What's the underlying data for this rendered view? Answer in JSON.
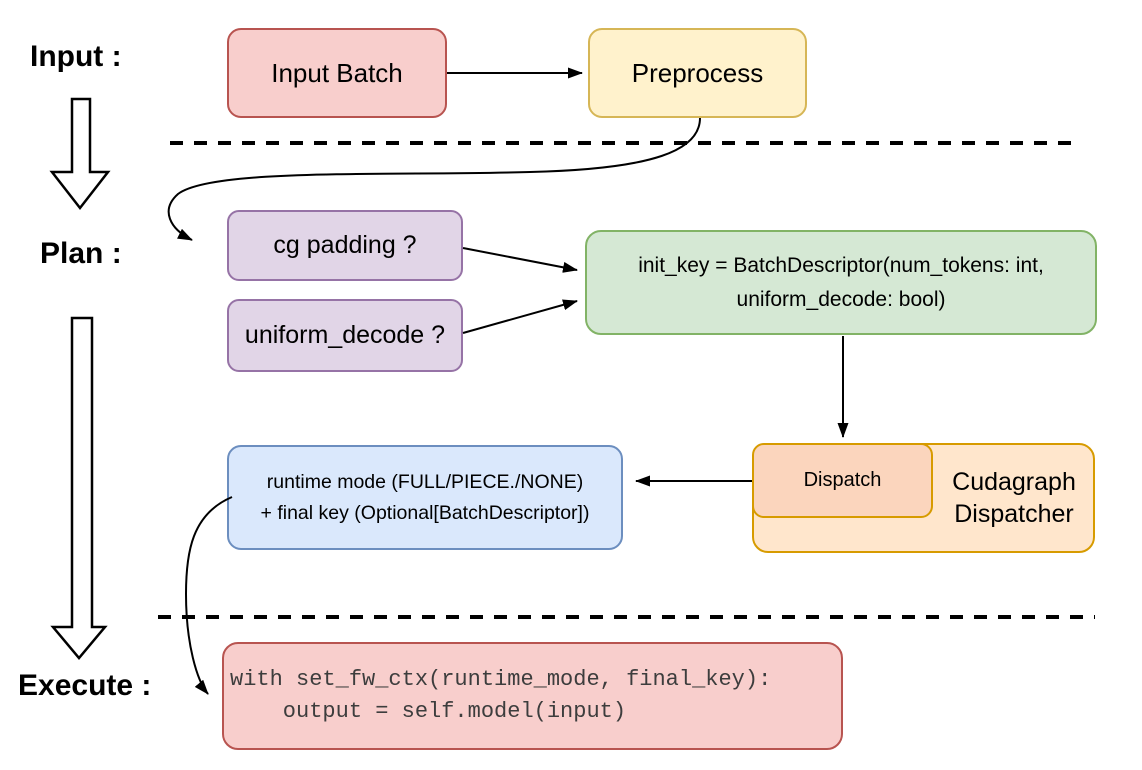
{
  "sections": {
    "input": {
      "label": "Input :"
    },
    "plan": {
      "label": "Plan :"
    },
    "execute": {
      "label": "Execute :"
    }
  },
  "nodes": {
    "input_batch": {
      "label": "Input Batch",
      "fill": "#F8CECC",
      "stroke": "#B85450"
    },
    "preprocess": {
      "label": "Preprocess",
      "fill": "#FFF2CC",
      "stroke": "#D6B656"
    },
    "cg_padding": {
      "label": "cg padding ?",
      "fill": "#E1D5E7",
      "stroke": "#9673A6"
    },
    "uniform_decode": {
      "label": "uniform_decode ?",
      "fill": "#E1D5E7",
      "stroke": "#9673A6"
    },
    "init_key": {
      "line1": "init_key = BatchDescriptor(num_tokens: int,",
      "line2": "uniform_decode: bool)",
      "fill": "#D5E8D4",
      "stroke": "#82B366"
    },
    "cudagraph_dispatcher": {
      "line1": "Cudagraph",
      "line2": "Dispatcher",
      "fill": "#FFE6CC",
      "stroke": "#D79B00"
    },
    "dispatch": {
      "label": "Dispatch",
      "fill": "#FBD5BD",
      "stroke": "#D79B00"
    },
    "runtime_mode": {
      "line1": "runtime mode (FULL/PIECE./NONE)",
      "line2": "+ final key (Optional[BatchDescriptor])",
      "fill": "#DAE8FC",
      "stroke": "#6C8EBF"
    },
    "execute_code": {
      "line1": "with set_fw_ctx(runtime_mode, final_key):",
      "line2": "    output = self.model(input)",
      "fill": "#F8CECC",
      "stroke": "#B85450",
      "text_color": "#3D3D3D"
    }
  },
  "connector_color": "#000000"
}
